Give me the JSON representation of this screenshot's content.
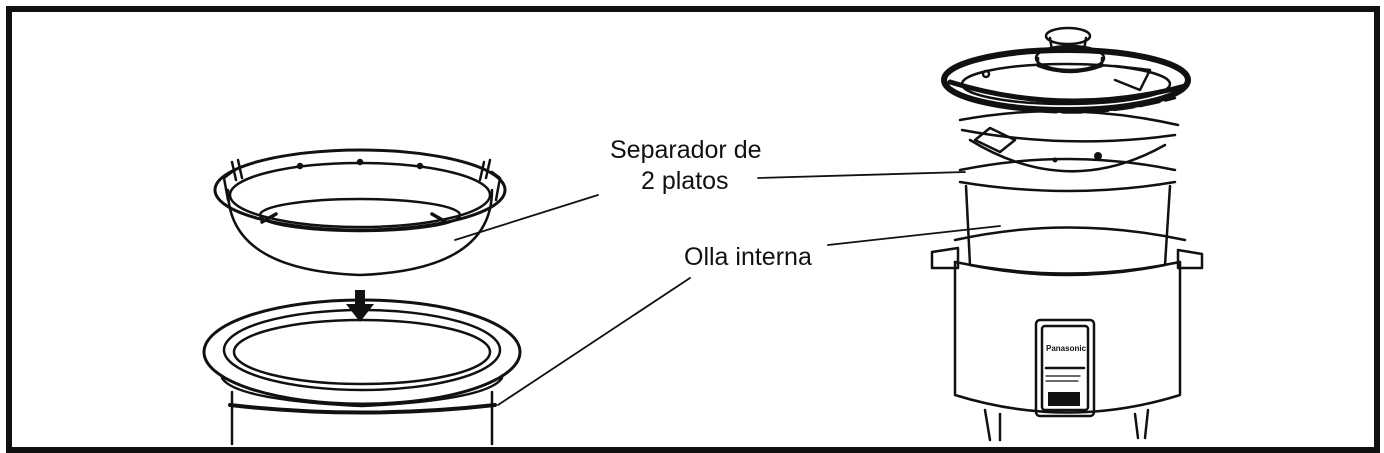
{
  "labels": {
    "separator_line1": "Separador de",
    "separator_line2": "2 platos",
    "inner_pot": "Olla interna"
  },
  "brand_text": "Panasonic",
  "colors": {
    "ink": "#111111",
    "background": "#ffffff",
    "frame": "#111111"
  }
}
